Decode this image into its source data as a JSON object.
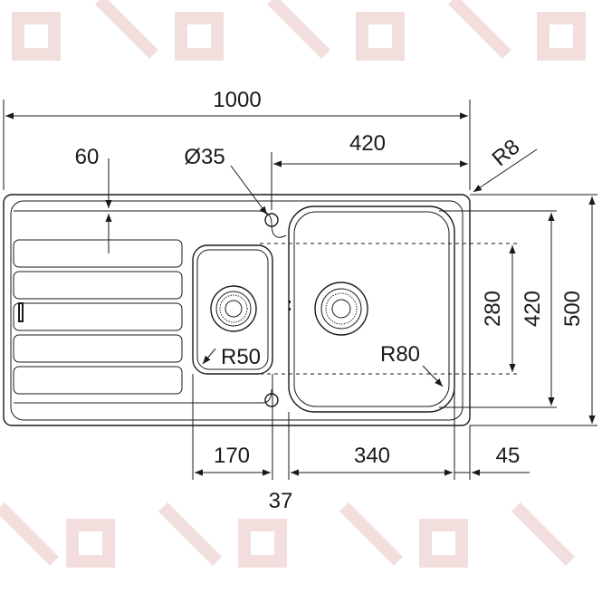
{
  "labels": {
    "overall_width": "1000",
    "tap_hole_offset": "60",
    "tap_hole_diameter": "Ø35",
    "main_bowl_width": "420",
    "corner_radius_outer": "R8",
    "main_bowl_depth": "280",
    "bowl_depth_total": "420",
    "overall_depth": "500",
    "small_bowl_radius": "R50",
    "main_bowl_radius": "R80",
    "small_bowl_width": "170",
    "main_bowl_inner_width": "340",
    "right_margin": "45",
    "gap_between_bowls": "37"
  },
  "colors": {
    "line": "#1a1a1a",
    "watermark": "#f3dede",
    "background": "#ffffff"
  }
}
